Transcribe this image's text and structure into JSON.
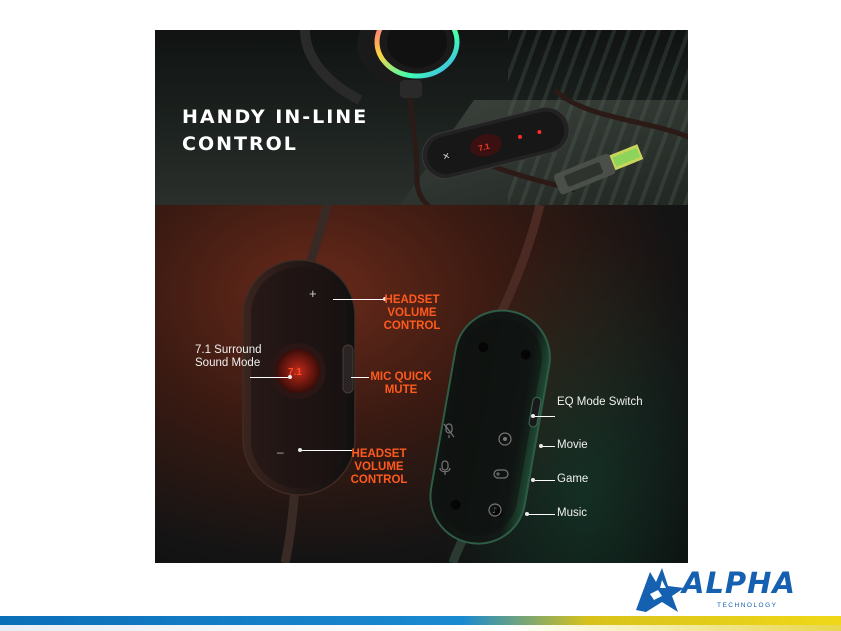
{
  "headline": {
    "line1": "HANDY IN-LINE",
    "line2": "CONTROL"
  },
  "annotations": {
    "volume_up": "HEADSET VOLUME CONTROL",
    "surround": "7.1 Surround Sound Mode",
    "mic_mute": "MIC QUICK MUTE",
    "volume_down": "HEADSET VOLUME CONTROL",
    "eq_switch": "EQ Mode Switch",
    "movie": "Movie",
    "game": "Game",
    "music": "Music"
  },
  "controller": {
    "surround_button": "7.1",
    "plus_symbol": "+",
    "minus_symbol": "–"
  },
  "brand": {
    "name": "ALPHA",
    "tagline": "TECHNOLOGY"
  },
  "colors": {
    "accent_red": "#ff5a1e",
    "brand_blue": "#1560b0",
    "brand_yellow": "#f0d818"
  },
  "icons": [
    "wolf-logo-icon",
    "mic-off-icon",
    "mic-icon",
    "movie-mode-icon",
    "game-mode-icon",
    "music-mode-icon"
  ]
}
